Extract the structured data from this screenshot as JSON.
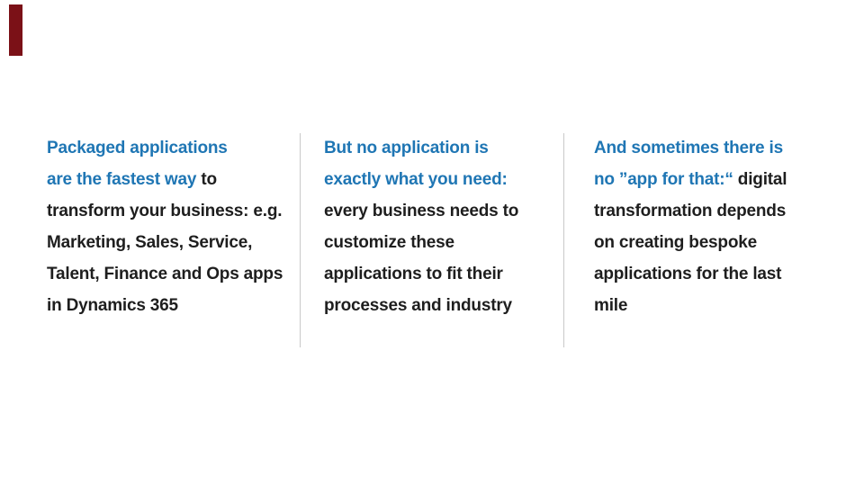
{
  "page": {
    "background": "#ffffff"
  },
  "colors": {
    "blue": "#1f76b4",
    "dark": "#1e1e1e",
    "divider": "#c9c9c9"
  },
  "accent_bar": {
    "color": "#7b1117"
  },
  "columns": [
    {
      "name": "packaged-applications",
      "lines": [
        [
          {
            "text": "Packaged applications",
            "color": "blue"
          }
        ],
        [
          {
            "text": "are the fastest way ",
            "color": "blue"
          },
          {
            "text": "to",
            "color": "dark"
          }
        ],
        [
          {
            "text": "transform your business: e.g.",
            "color": "dark"
          }
        ],
        [
          {
            "text": "Marketing, Sales, Service,",
            "color": "dark"
          }
        ],
        [
          {
            "text": "Talent, Finance and Ops apps",
            "color": "dark"
          }
        ],
        [
          {
            "text": "in Dynamics 365",
            "color": "dark"
          }
        ]
      ]
    },
    {
      "name": "no-application-exact",
      "lines": [
        [
          {
            "text": "But no application is",
            "color": "blue"
          }
        ],
        [
          {
            "text": "exactly what you need:",
            "color": "blue"
          }
        ],
        [
          {
            "text": "every business needs to",
            "color": "dark"
          }
        ],
        [
          {
            "text": "customize these",
            "color": "dark"
          }
        ],
        [
          {
            "text": "applications to fit their",
            "color": "dark"
          }
        ],
        [
          {
            "text": "processes and industry",
            "color": "dark"
          }
        ]
      ]
    },
    {
      "name": "bespoke-applications",
      "lines": [
        [
          {
            "text": "And sometimes there is",
            "color": "blue"
          }
        ],
        [
          {
            "text": "no ”app for that:“ ",
            "color": "blue"
          },
          {
            "text": "digital",
            "color": "dark"
          }
        ],
        [
          {
            "text": "transformation depends",
            "color": "dark"
          }
        ],
        [
          {
            "text": "on creating bespoke",
            "color": "dark"
          }
        ],
        [
          {
            "text": "applications for the last",
            "color": "dark"
          }
        ],
        [
          {
            "text": "mile",
            "color": "dark"
          }
        ]
      ]
    }
  ]
}
